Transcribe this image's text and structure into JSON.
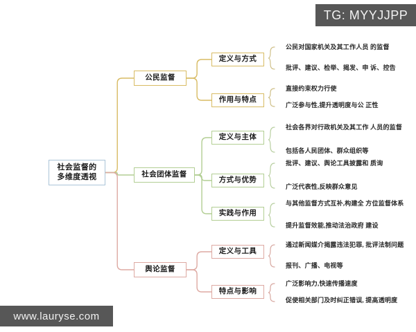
{
  "overlays": {
    "tg_badge": "TG: MYYJJPP",
    "site_watermark": "www.lauryse.com"
  },
  "colors": {
    "root_border": "#aac4d8",
    "branch_gold": "#d8bb63",
    "branch_green": "#b2ce93",
    "branch_pink": "#dda9a2",
    "bracket_gold": "#cfc089",
    "bracket_green": "#b8cfa0",
    "bracket_pink": "#d8a9a2",
    "text": "#1c1c1c",
    "overlay_bg": "#575757"
  },
  "mindmap": {
    "root": {
      "label": "社会监督的\n多维度透视"
    },
    "branches": [
      {
        "label": "公民监督",
        "color": "gold",
        "children": [
          {
            "label": "定义与方式",
            "leaves": [
              "公民对国家机关及其工作人员\n的监督",
              "批评、建议、检举、揭发、申\n诉、控告"
            ]
          },
          {
            "label": "作用与特点",
            "leaves": [
              "直接约束权力行使",
              "广泛参与性,提升透明度与公\n正性"
            ]
          }
        ]
      },
      {
        "label": "社会团体监督",
        "color": "green",
        "children": [
          {
            "label": "定义与主体",
            "leaves": [
              "社会各界对行政机关及其工作\n人员的监督",
              "包括各人民团体、群众组织等"
            ]
          },
          {
            "label": "方式与优势",
            "leaves": [
              "批评、建议、舆论工具披露和\n质询",
              "广泛代表性,反映群众意见"
            ]
          },
          {
            "label": "实践与作用",
            "leaves": [
              "与其他监督方式互补,构建全\n方位监督体系",
              "提升监督效能,推动法治政府\n建设"
            ]
          }
        ]
      },
      {
        "label": "舆论监督",
        "color": "pink",
        "children": [
          {
            "label": "定义与工具",
            "leaves": [
              "通过新闻媒介揭露违法犯罪,\n批评法制问题",
              "报刊、广播、电视等"
            ]
          },
          {
            "label": "特点与影响",
            "leaves": [
              "广泛影响力,快速传播速度",
              "促使相关部门及时纠正错误,\n提高透明度"
            ]
          }
        ]
      }
    ]
  }
}
